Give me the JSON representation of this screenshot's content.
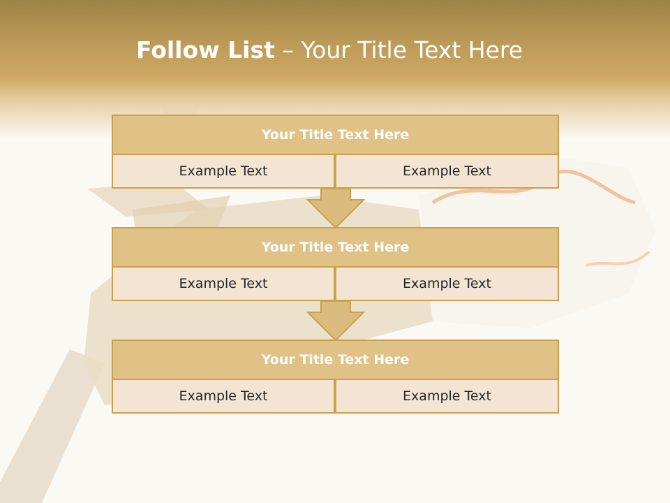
{
  "slide": {
    "title_strong": "Follow List",
    "title_rest": " – Your Title Text Here"
  },
  "blocks": [
    {
      "title": "Your Title Text Here",
      "cells": [
        "Example Text",
        "Example Text"
      ]
    },
    {
      "title": "Your Title Text Here",
      "cells": [
        "Example Text",
        "Example Text"
      ]
    },
    {
      "title": "Your Title Text Here",
      "cells": [
        "Example Text",
        "Example Text"
      ]
    }
  ],
  "colors": {
    "header_dark": "#9e8347",
    "header_gold": "#cfa862",
    "block_title_fill": "#e0c287",
    "block_cell_fill": "#f3e4d4",
    "border": "#c9a04e",
    "arrow_fill": "#dcbc7e"
  }
}
